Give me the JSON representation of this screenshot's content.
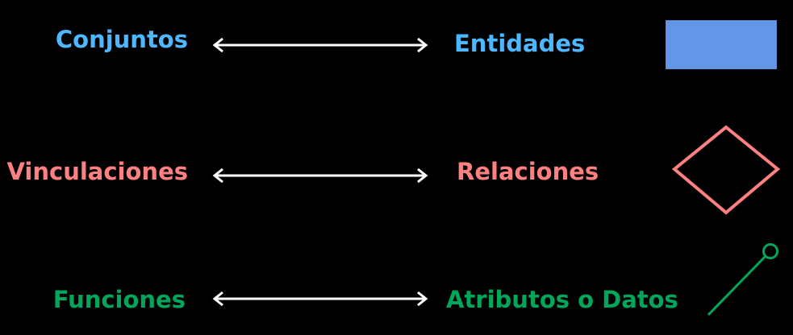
{
  "colors": {
    "background": "#000000",
    "entities": "#4db8ff",
    "relations": "#ff8080",
    "attributes": "#00a65a",
    "rect_fill": "#6495e6",
    "rect_border": "#5b8ad8",
    "arrow": "#ffffff"
  },
  "rows": [
    {
      "left_term": "Conjuntos",
      "right_term": "Entidades",
      "symbol": "rectangle-shape"
    },
    {
      "left_term": "Vinculaciones",
      "right_term": "Relaciones",
      "symbol": "diamond-shape"
    },
    {
      "left_term": "Funciones",
      "right_term": "Atributos o Datos",
      "symbol": "attribute-lollipop-shape"
    }
  ]
}
